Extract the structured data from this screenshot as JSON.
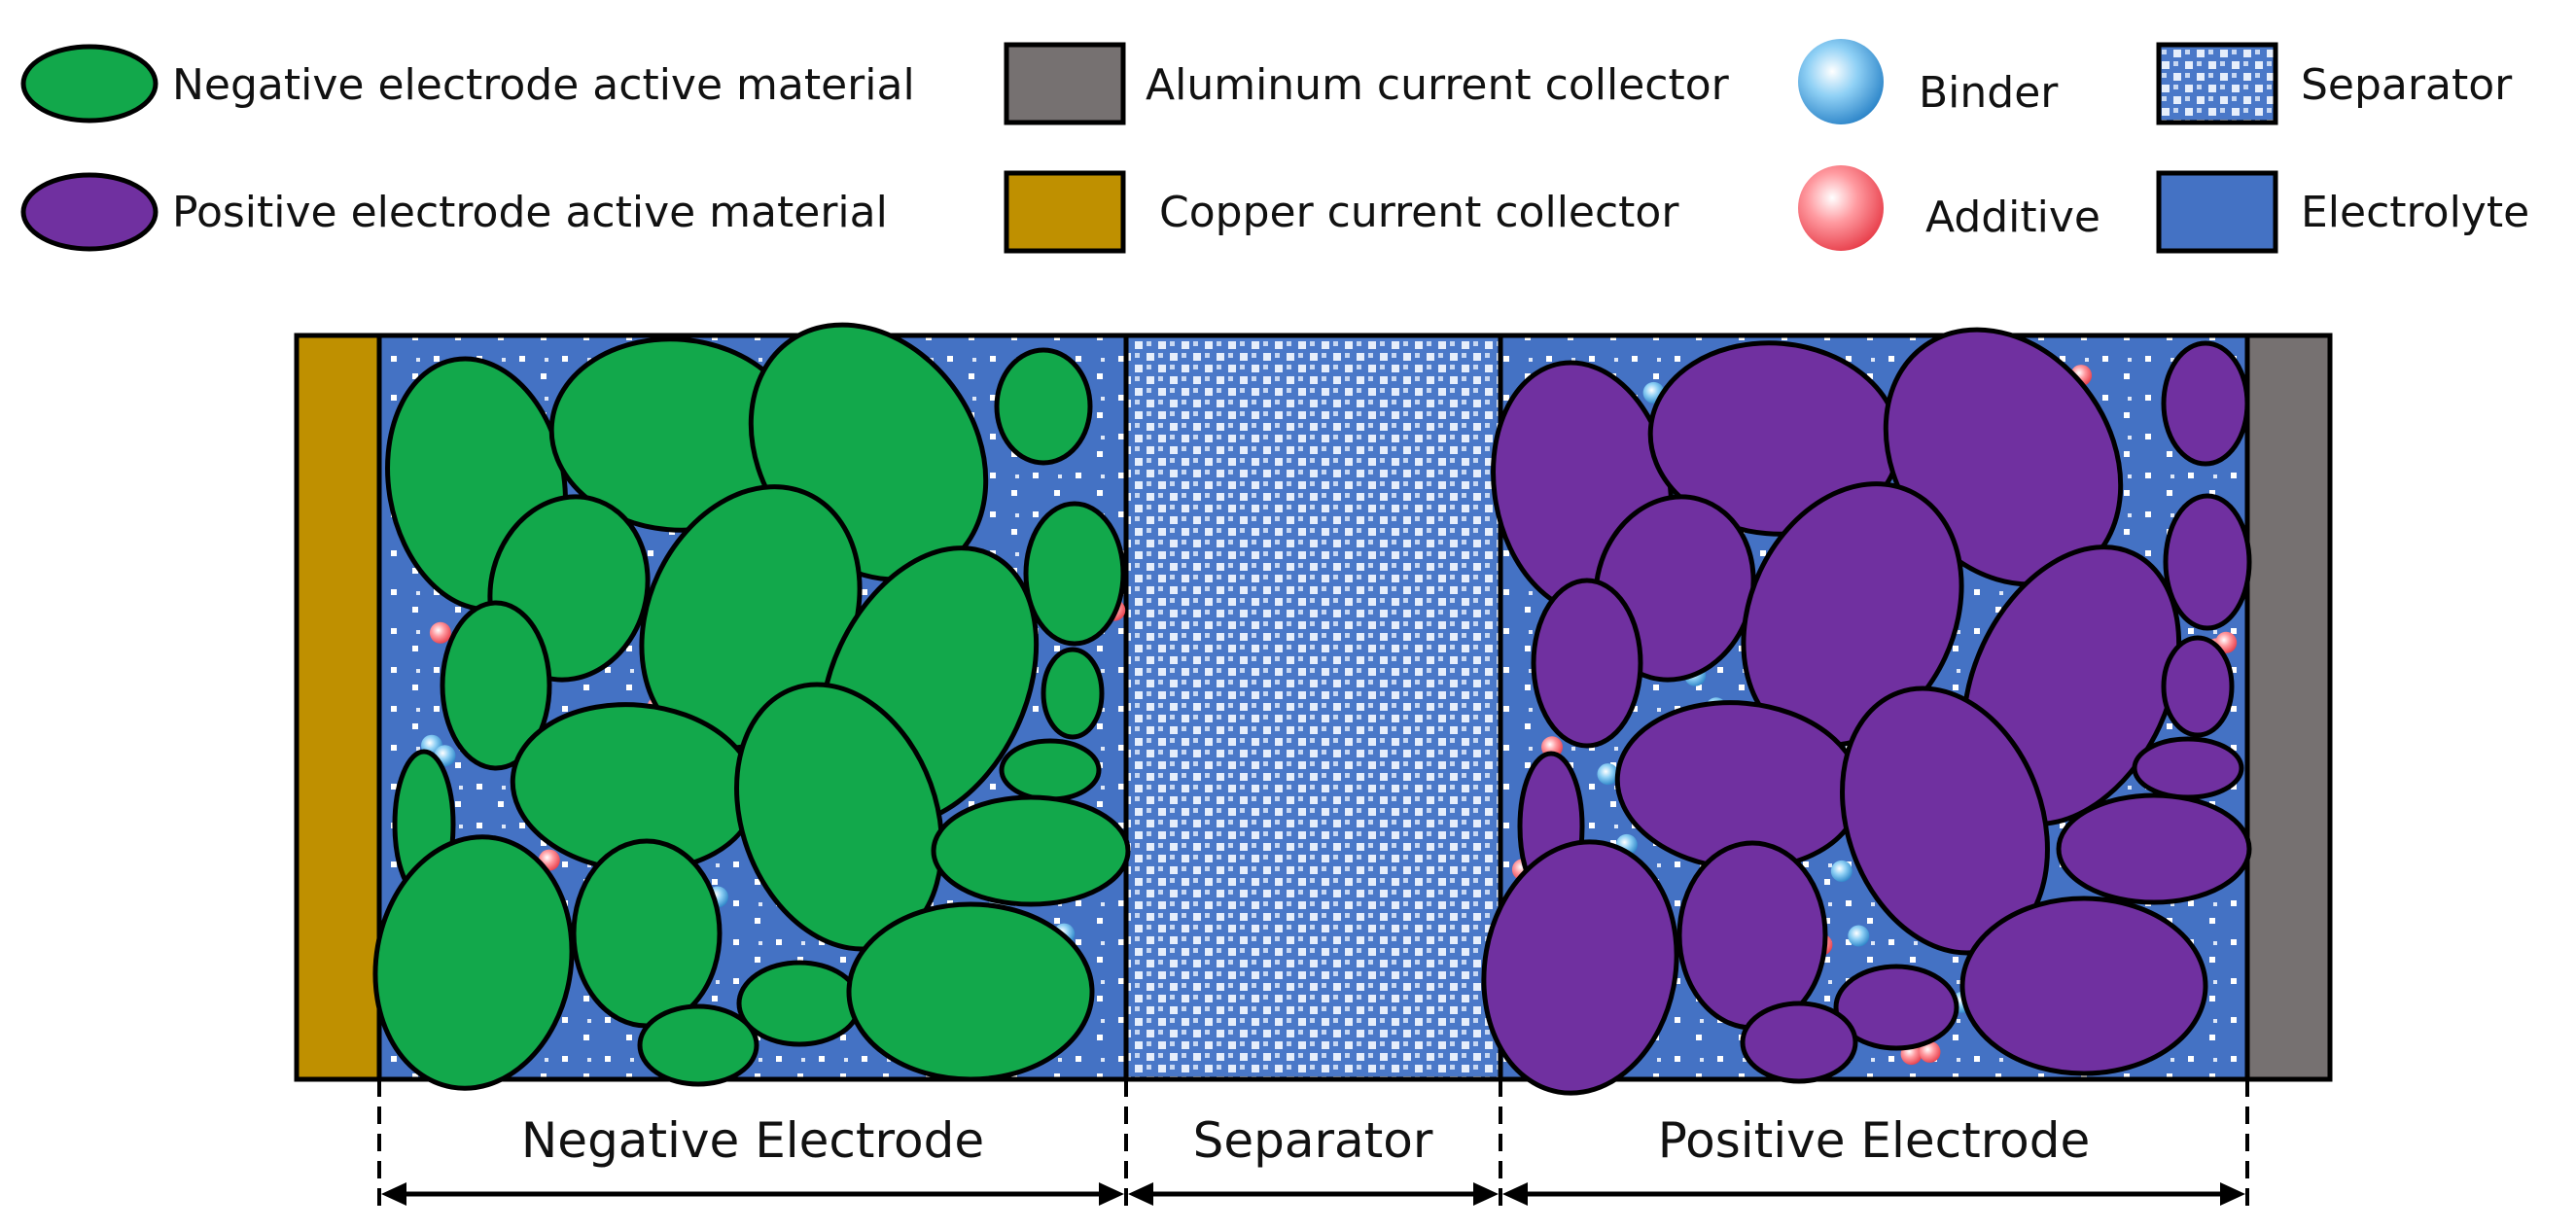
{
  "legend": {
    "negative_material": "Negative electrode active material",
    "positive_material": "Positive electrode active material",
    "aluminum_collector": "Aluminum current collector",
    "copper_collector": "Copper current collector",
    "binder": "Binder",
    "additive": "Additive",
    "separator": "Separator",
    "electrolyte": "Electrolyte"
  },
  "regions": {
    "negative_electrode": "Negative Electrode",
    "separator": "Separator",
    "positive_electrode": "Positive Electrode"
  },
  "colors": {
    "negative_material": "#12a84b",
    "positive_material": "#7030a0",
    "aluminum_collector": "#767171",
    "copper_collector": "#bf9000",
    "binder": "#3b9fdc",
    "additive": "#f0505a",
    "separator": "#4a78c8",
    "electrolyte": "#4472c4"
  }
}
